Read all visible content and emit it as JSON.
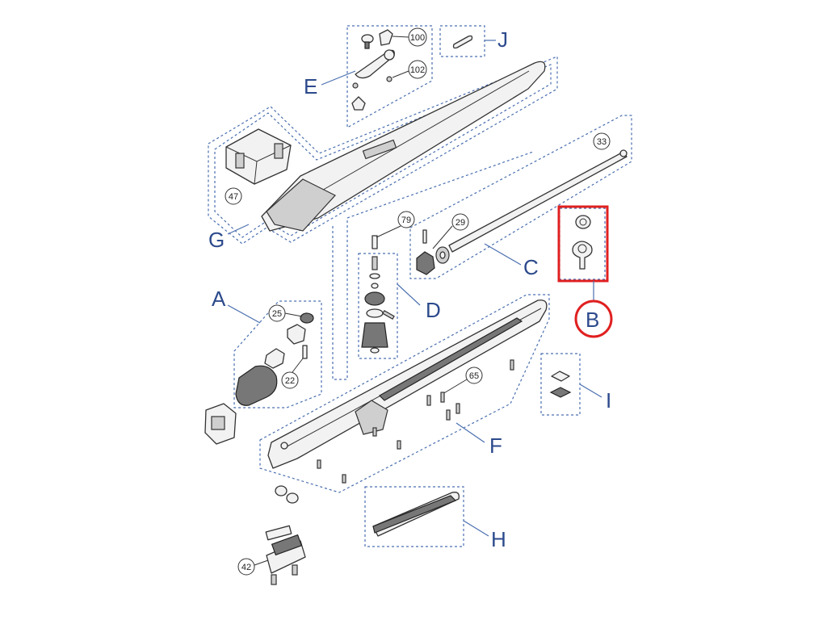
{
  "diagram": {
    "groups": {
      "A": "A",
      "B": "B",
      "C": "C",
      "D": "D",
      "E": "E",
      "F": "F",
      "G": "G",
      "H": "H",
      "I": "I",
      "J": "J"
    },
    "part_numbers": {
      "n100": "100",
      "n102": "102",
      "n33": "33",
      "n47": "47",
      "n79": "79",
      "n29": "29",
      "n25": "25",
      "n22": "22",
      "n65": "65",
      "n42": "42"
    },
    "highlight": {
      "group": "B",
      "color": "#e02020"
    },
    "colors": {
      "label": "#2c4a8c",
      "dashed_outline": "#4a6fb0"
    }
  }
}
